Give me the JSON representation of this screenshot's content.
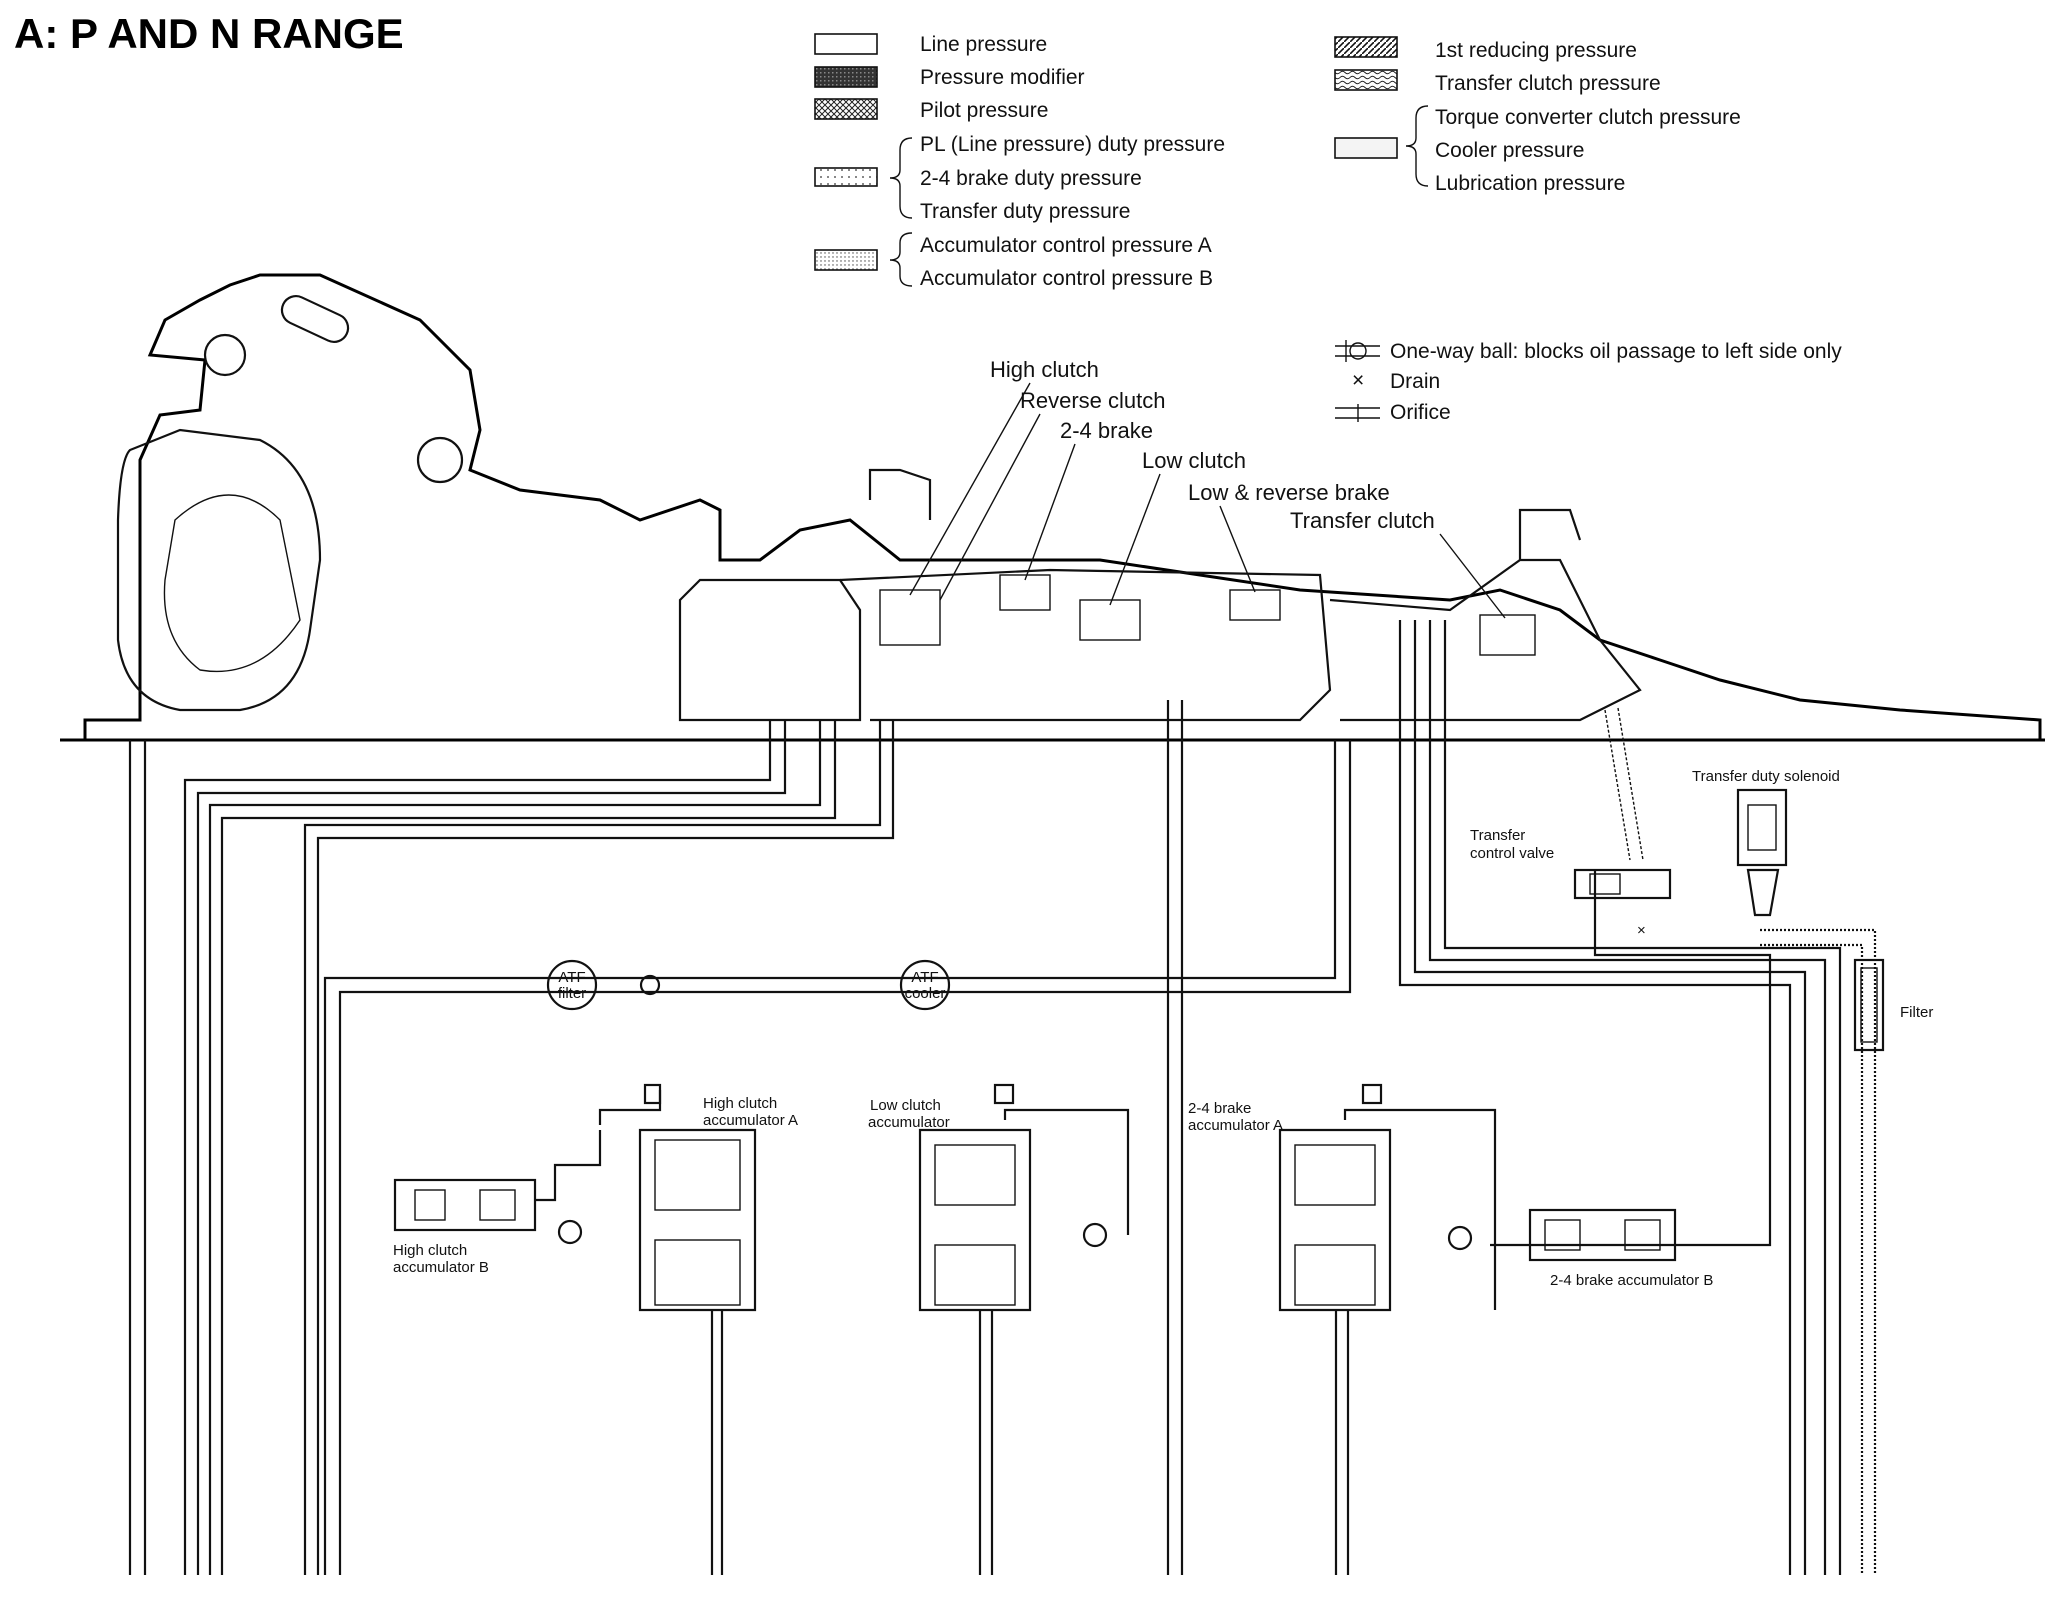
{
  "title": "A: P AND N RANGE",
  "legend": {
    "left": [
      {
        "id": "line",
        "label": "Line pressure",
        "pattern": "blank"
      },
      {
        "id": "modifier",
        "label": "Pressure modifier",
        "pattern": "dark"
      },
      {
        "id": "pilot",
        "label": "Pilot pressure",
        "pattern": "cross"
      },
      {
        "id": "pl",
        "label": "PL (Line pressure) duty pressure",
        "pattern": "dots"
      },
      {
        "id": "brake24",
        "label": "2-4 brake duty pressure",
        "pattern": "dots"
      },
      {
        "id": "transfer_duty",
        "label": "Transfer duty pressure",
        "pattern": "dots"
      },
      {
        "id": "acc_a",
        "label": "Accumulator control pressure A",
        "pattern": "fine-dots"
      },
      {
        "id": "acc_b",
        "label": "Accumulator control pressure B",
        "pattern": "fine-dots"
      }
    ],
    "right": [
      {
        "id": "reducing1",
        "label": "1st reducing pressure",
        "pattern": "hatch"
      },
      {
        "id": "transfer_clutch",
        "label": "Transfer clutch pressure",
        "pattern": "wave"
      },
      {
        "id": "tc_clutch",
        "label": "Torque converter clutch pressure",
        "pattern": "light"
      },
      {
        "id": "cooler",
        "label": "Cooler pressure",
        "pattern": "light"
      },
      {
        "id": "lube",
        "label": "Lubrication pressure",
        "pattern": "light"
      }
    ]
  },
  "symbols": [
    {
      "icon": "one-way-ball-icon",
      "label": "One-way ball: blocks oil passage to left side only"
    },
    {
      "icon": "drain-icon",
      "label": "Drain"
    },
    {
      "icon": "orifice-icon",
      "label": "Orifice"
    }
  ],
  "components": {
    "high_clutch": "High clutch",
    "reverse_clutch": "Reverse clutch",
    "brake_24": "2-4 brake",
    "low_clutch": "Low clutch",
    "low_reverse_brake": "Low & reverse brake",
    "transfer_clutch": "Transfer clutch",
    "transfer_duty_solenoid": "Transfer duty solenoid",
    "transfer_control_valve_1": "Transfer",
    "transfer_control_valve_2": "control valve",
    "filter": "Filter",
    "atf_filter_1": "ATF",
    "atf_filter_2": "filter",
    "atf_cooler_1": "ATF",
    "atf_cooler_2": "cooler",
    "high_acc_a_1": "High clutch",
    "high_acc_a_2": "accumulator A",
    "high_acc_b_1": "High clutch",
    "high_acc_b_2": "accumulator B",
    "low_acc_1": "Low clutch",
    "low_acc_2": "accumulator",
    "brake_acc_a_1": "2-4 brake",
    "brake_acc_a_2": "accumulator A",
    "brake_acc_b": "2-4 brake accumulator B"
  },
  "colors": {
    "ink": "#111111",
    "paper": "#ffffff"
  }
}
